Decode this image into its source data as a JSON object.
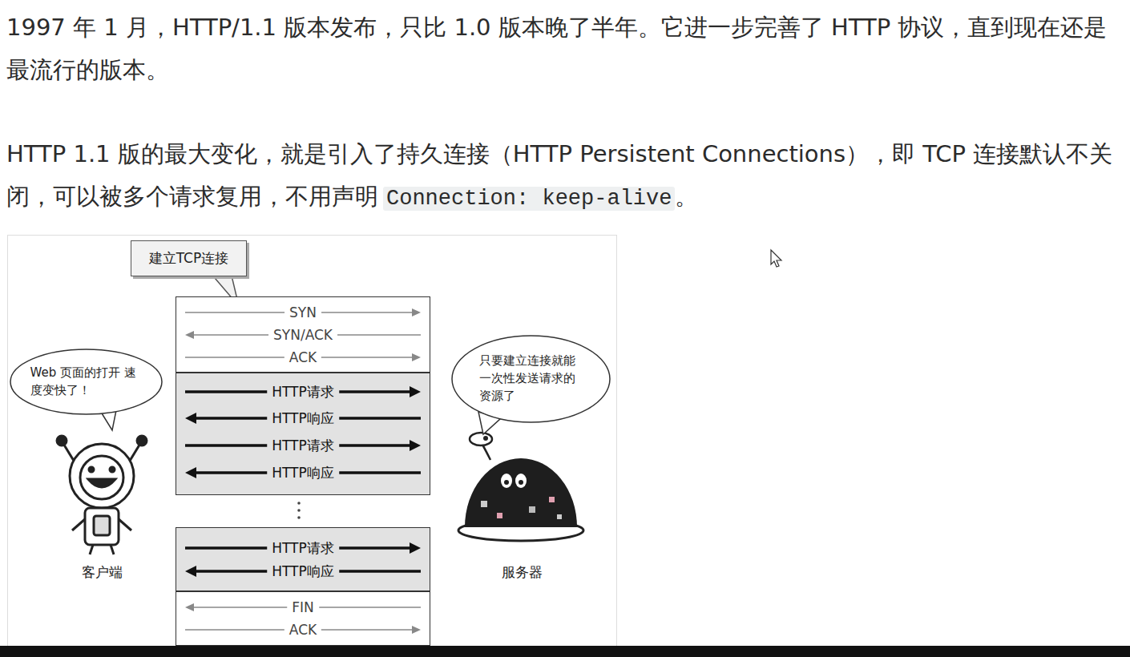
{
  "diagram": {
    "nodes": [
      {
        "text": [
          "建立TCP连接"
        ]
      },
      {
        "text": [
          "SYN",
          "SYN/ACK",
          "ACK"
        ]
      },
      {
        "text": [
          "HTTP请求",
          "HTTP响应",
          "HTTP请求",
          "HTTP响应"
        ]
      },
      {
        "text": [
          "HTTP请求",
          "HTTP响应"
        ]
      },
      {
        "text": [
          "FIN",
          "ACK"
        ]
      },
      {
        "text": [
          "Web 页面的打开 速度变快了！"
        ]
      },
      {
        "text": [
          "只要建立连接就能 一次性发送请求的 资源了"
        ]
      }
    ],
    "labels": [
      "1997 年 1 月，HTTP/1.1 版本发布，只比 1.0 版本晚了半年。它进一步完善了 HTTP 协议，直到现在还是最流行的版本。",
      "HTTP 1.1 版的最大变化，就是引入了持久连接（HTTP Persistent Connections），即 TCP 连接默认不关闭，可以被多个请求复用，不用声明",
      "Connection: keep-alive",
      "。",
      "客户端",
      "服务器"
    ]
  }
}
